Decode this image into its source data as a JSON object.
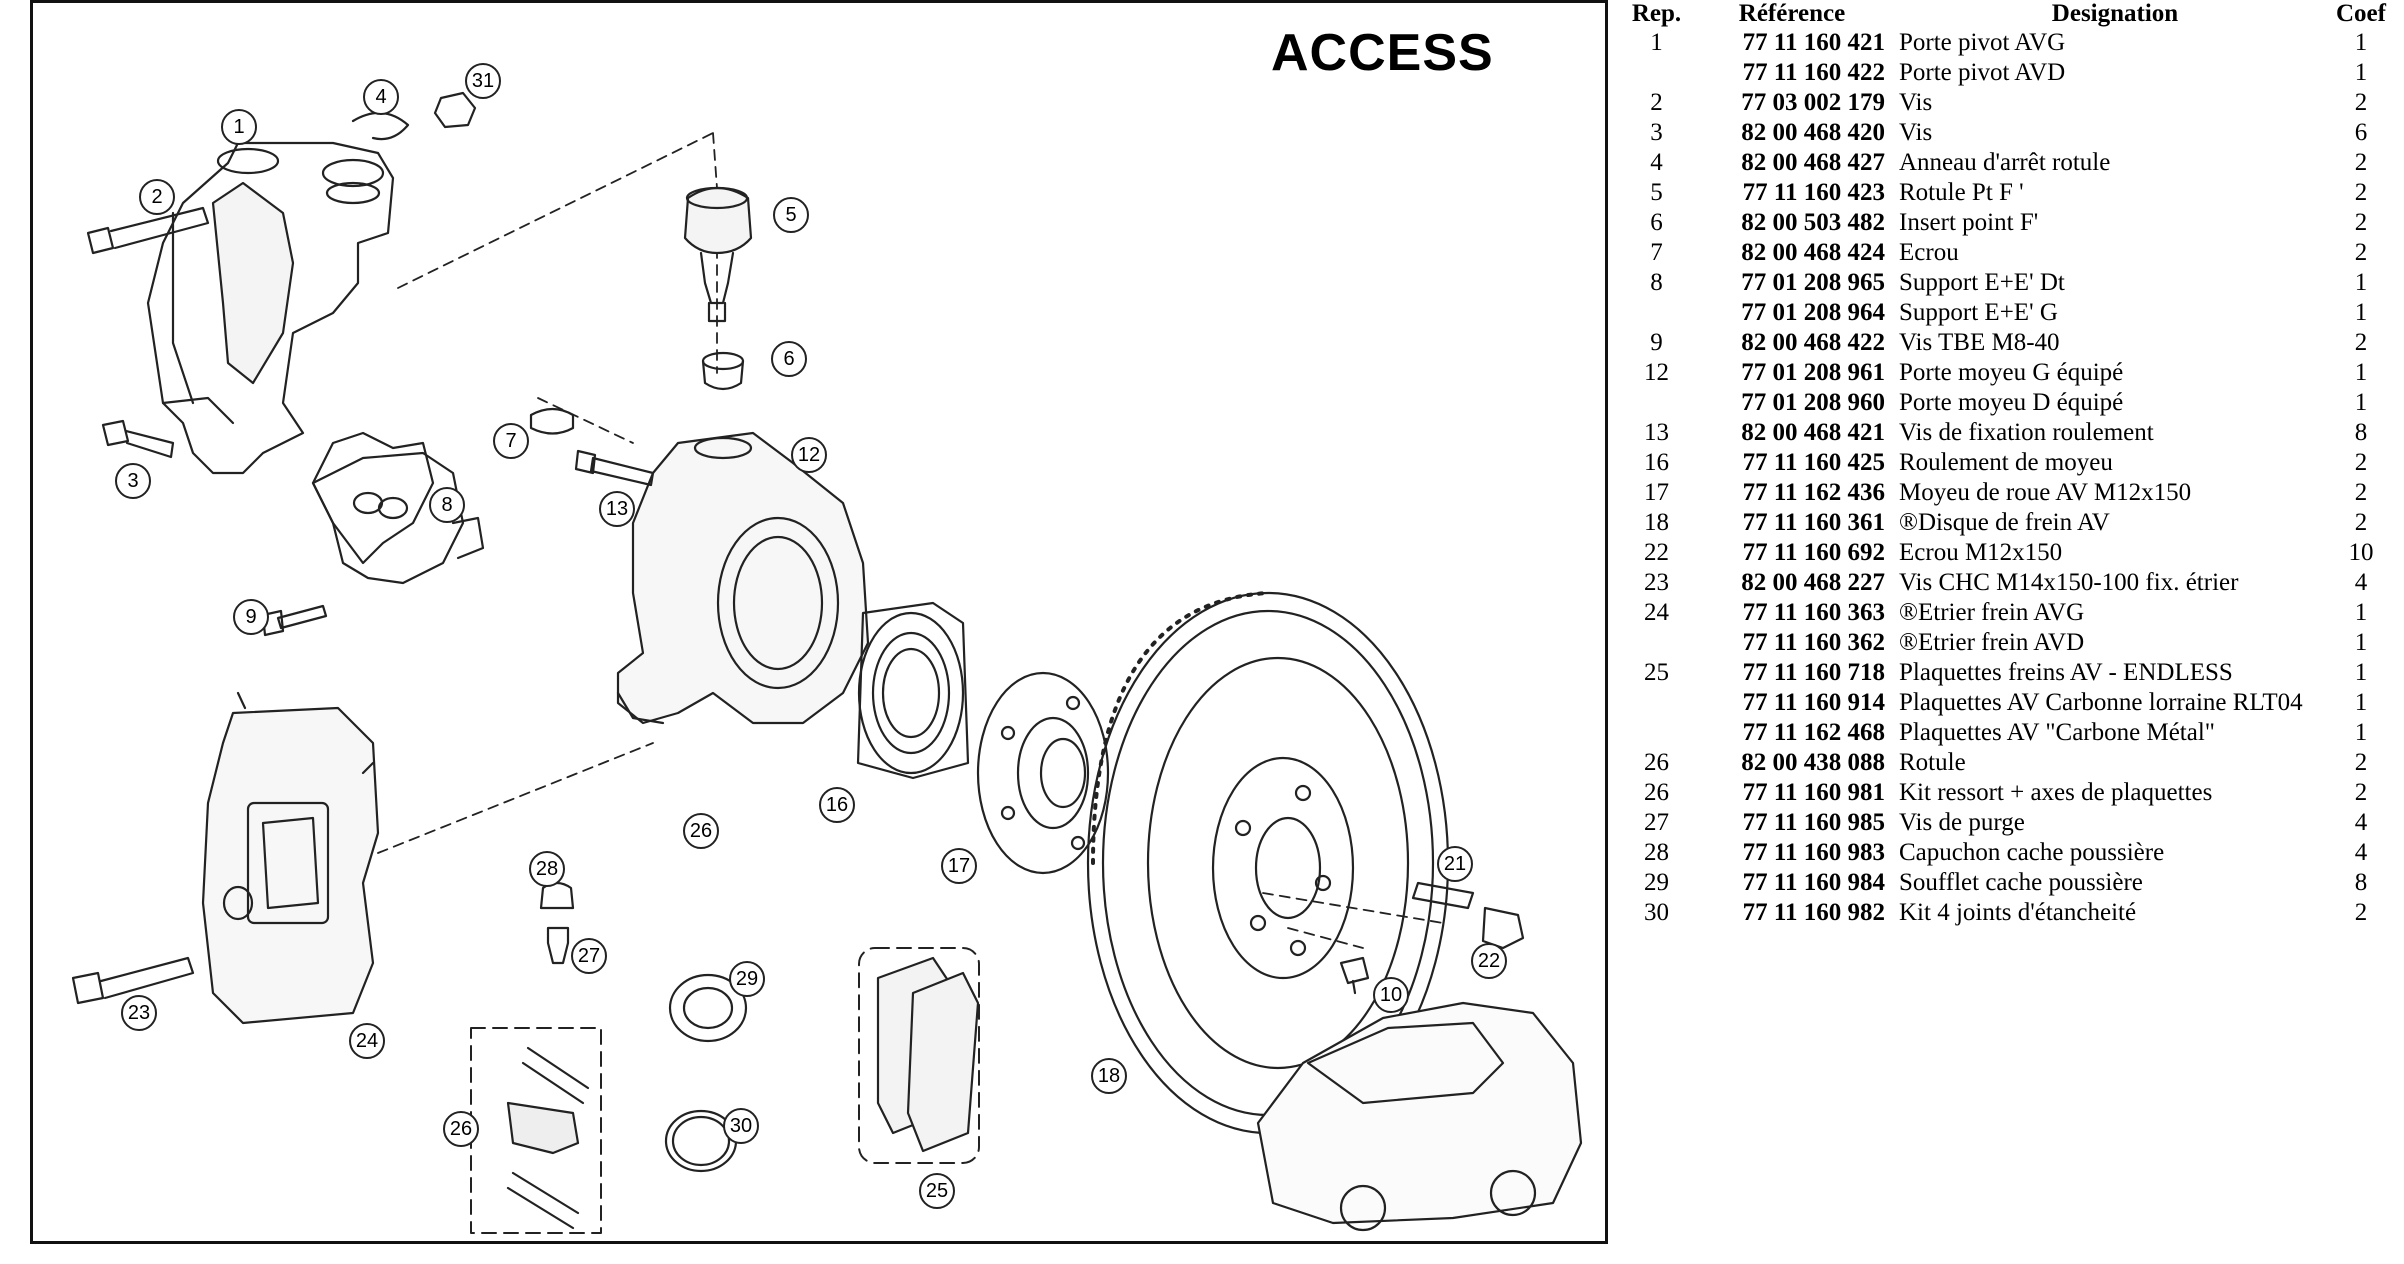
{
  "diagram": {
    "title": "ACCESS",
    "callouts": [
      "1",
      "2",
      "3",
      "4",
      "5",
      "6",
      "7",
      "8",
      "9",
      "10",
      "12",
      "13",
      "16",
      "17",
      "18",
      "21",
      "22",
      "23",
      "24",
      "25",
      "26",
      "26",
      "27",
      "28",
      "29",
      "30",
      "31"
    ]
  },
  "table": {
    "headers": {
      "rep": "Rep.",
      "ref": "Référence",
      "des": "Designation",
      "coef": "Coef"
    },
    "rows": [
      {
        "rep": "1",
        "ref": "77 11 160 421",
        "des": "Porte pivot AVG",
        "coef": "1"
      },
      {
        "rep": "",
        "ref": "77 11 160 422",
        "des": "Porte pivot AVD",
        "coef": "1"
      },
      {
        "rep": "2",
        "ref": "77 03 002 179",
        "des": "Vis",
        "coef": "2"
      },
      {
        "rep": "3",
        "ref": "82 00 468 420",
        "des": "Vis",
        "coef": "6"
      },
      {
        "rep": "4",
        "ref": "82 00 468 427",
        "des": "Anneau d'arrêt rotule",
        "coef": "2"
      },
      {
        "rep": "5",
        "ref": "77 11 160 423",
        "des": "Rotule Pt F '",
        "coef": "2"
      },
      {
        "rep": "6",
        "ref": "82 00 503 482",
        "des": "Insert point F'",
        "coef": "2"
      },
      {
        "rep": "7",
        "ref": "82 00 468 424",
        "des": "Ecrou",
        "coef": "2"
      },
      {
        "rep": "8",
        "ref": "77 01 208 965",
        "des": "Support E+E' Dt",
        "coef": "1"
      },
      {
        "rep": "",
        "ref": "77 01 208 964",
        "des": "Support E+E' G",
        "coef": "1"
      },
      {
        "rep": "9",
        "ref": "82 00 468 422",
        "des": "Vis TBE M8-40",
        "coef": "2"
      },
      {
        "rep": "12",
        "ref": "77 01 208 961",
        "des": "Porte moyeu G équipé",
        "coef": "1"
      },
      {
        "rep": "",
        "ref": "77 01 208 960",
        "des": "Porte moyeu D équipé",
        "coef": "1"
      },
      {
        "rep": "13",
        "ref": "82 00 468 421",
        "des": "Vis de fixation roulement",
        "coef": "8"
      },
      {
        "rep": "16",
        "ref": "77 11 160 425",
        "des": "Roulement de moyeu",
        "coef": "2"
      },
      {
        "rep": "17",
        "ref": "77 11 162 436",
        "des": "Moyeu de roue AV M12x150",
        "coef": "2"
      },
      {
        "rep": "18",
        "ref": "77 11 160 361",
        "des": "®Disque de frein AV",
        "coef": "2"
      },
      {
        "rep": "22",
        "ref": "77 11 160 692",
        "des": "Ecrou M12x150",
        "coef": "10"
      },
      {
        "rep": "23",
        "ref": "82 00 468 227",
        "des": "Vis CHC M14x150-100 fix. étrier",
        "coef": "4"
      },
      {
        "rep": "24",
        "ref": "77 11 160 363",
        "des": "®Etrier frein AVG",
        "coef": "1"
      },
      {
        "rep": "",
        "ref": "77 11 160 362",
        "des": "®Etrier frein AVD",
        "coef": "1"
      },
      {
        "rep": "25",
        "ref": "77 11 160 718",
        "des": "Plaquettes freins AV - ENDLESS",
        "coef": "1"
      },
      {
        "rep": "",
        "ref": "77 11 160 914",
        "des": "Plaquettes AV Carbonne lorraine RLT04",
        "coef": "1"
      },
      {
        "rep": "",
        "ref": "77 11 162 468",
        "des": "Plaquettes AV \"Carbone Métal\"",
        "coef": "1"
      },
      {
        "rep": "26",
        "ref": "82 00 438 088",
        "des": "Rotule",
        "coef": "2"
      },
      {
        "rep": "26",
        "ref": "77 11 160 981",
        "des": "Kit ressort + axes de plaquettes",
        "coef": "2"
      },
      {
        "rep": "27",
        "ref": "77 11 160 985",
        "des": "Vis de purge",
        "coef": "4"
      },
      {
        "rep": "28",
        "ref": "77 11 160 983",
        "des": "Capuchon cache poussière",
        "coef": "4"
      },
      {
        "rep": "29",
        "ref": "77 11 160 984",
        "des": "Soufflet cache poussière",
        "coef": "8"
      },
      {
        "rep": "30",
        "ref": "77 11 160 982",
        "des": "Kit 4 joints d'étancheité",
        "coef": "2"
      }
    ]
  }
}
